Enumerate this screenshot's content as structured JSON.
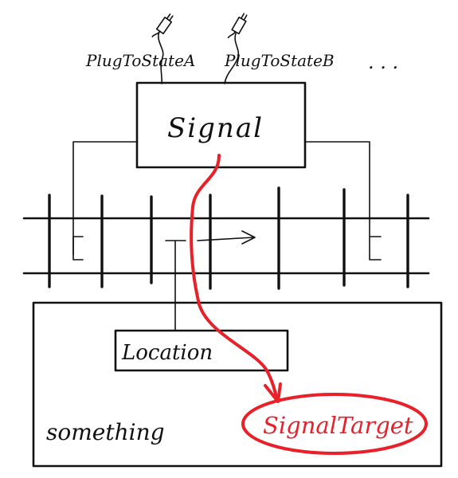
{
  "colors": {
    "ink": "#111111",
    "accent": "#e8202a",
    "background": "#ffffff"
  },
  "plugs": [
    {
      "label": "PlugToStateA",
      "icon": "plug-icon"
    },
    {
      "label": "PlugToStateB",
      "icon": "plug-icon"
    }
  ],
  "ellipsis": ". . .",
  "signal_box": {
    "label": "Signal"
  },
  "location_box": {
    "label": "Location"
  },
  "something_box": {
    "label": "something"
  },
  "signal_target": {
    "label": "SignalTarget"
  }
}
